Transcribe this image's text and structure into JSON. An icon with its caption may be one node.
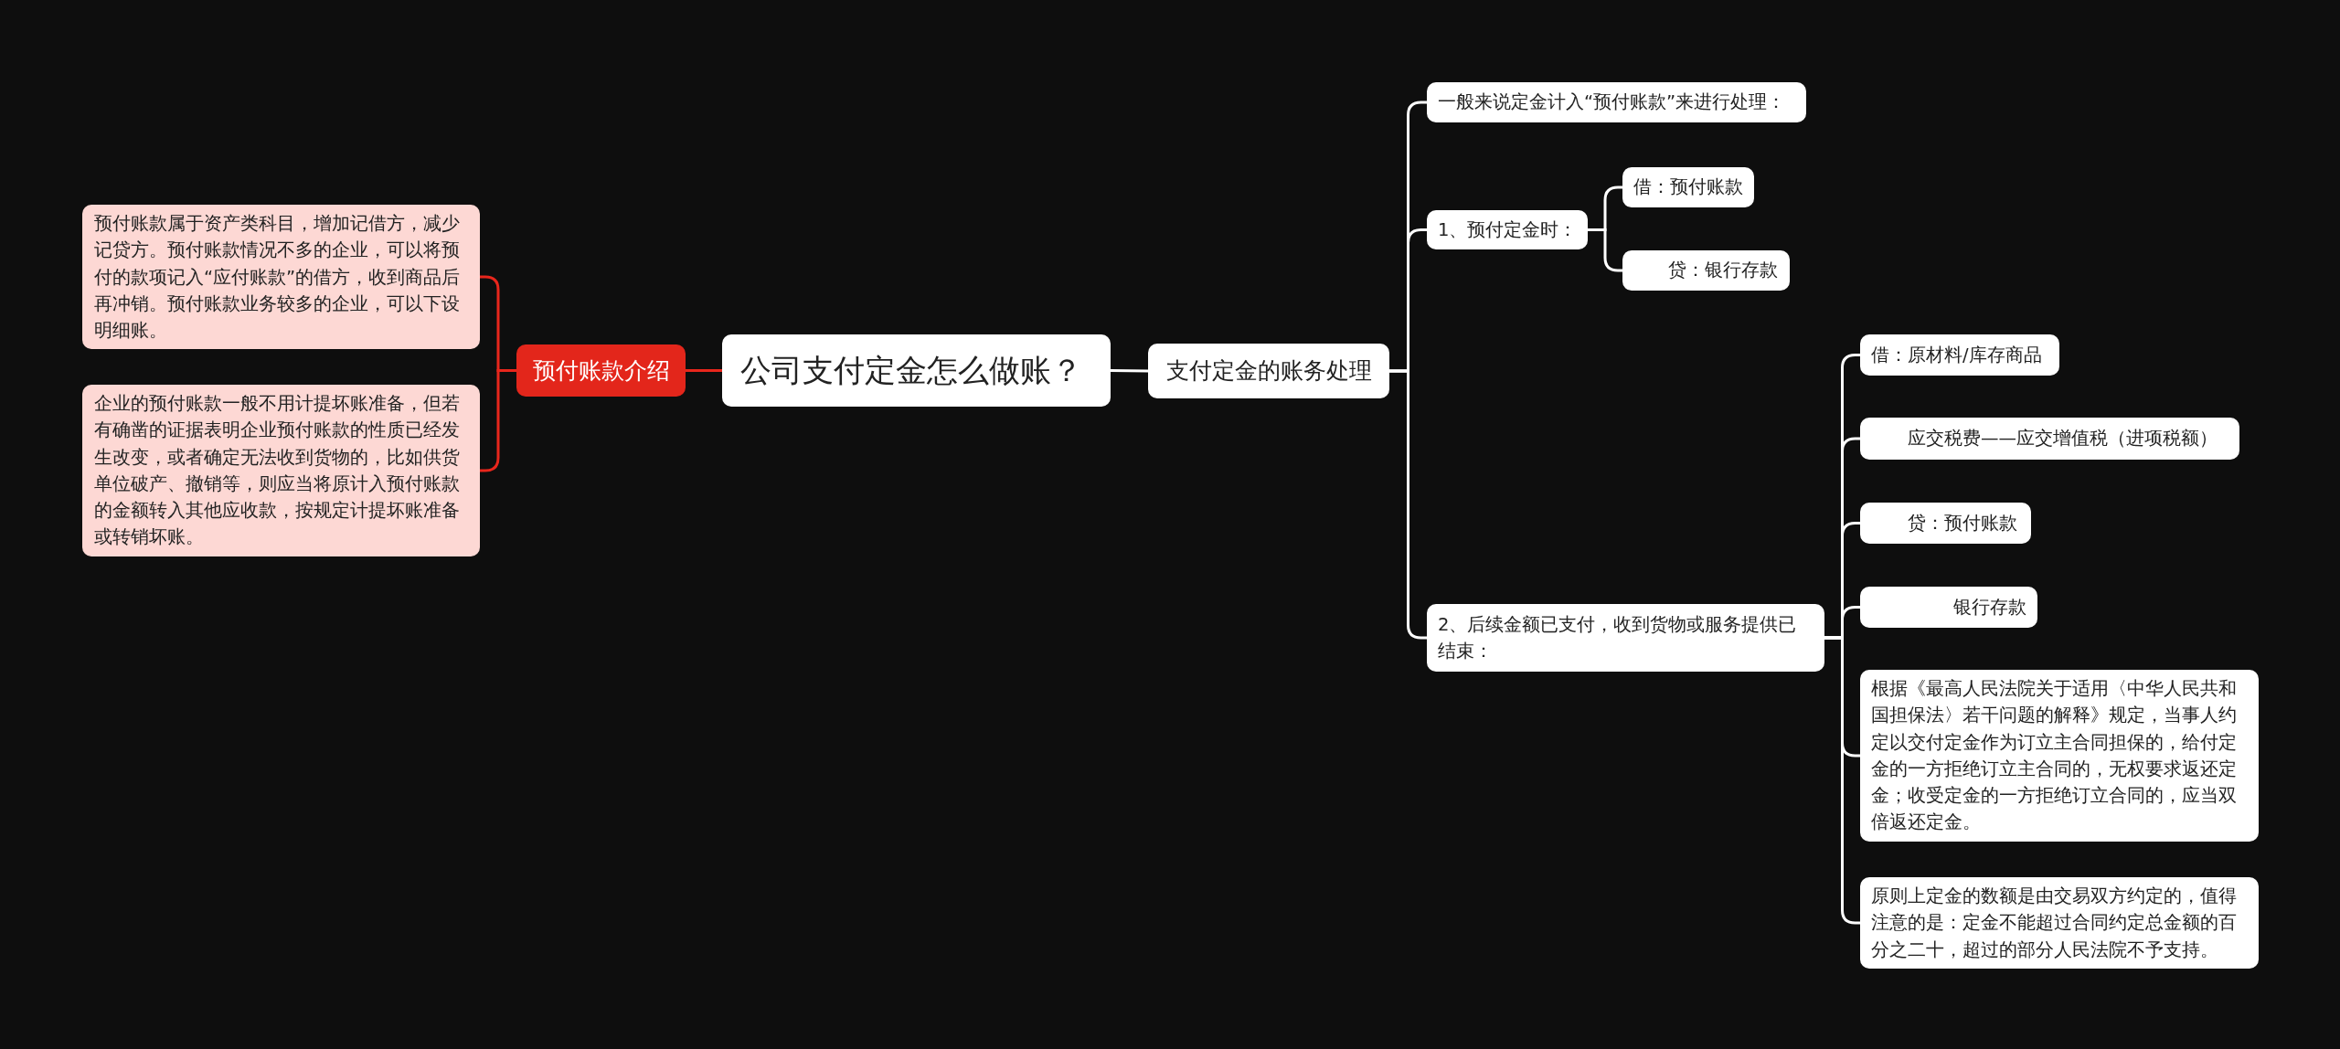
{
  "diagram": {
    "nodes": [
      {
        "text": [
          "公司支付定金怎么做账？"
        ]
      },
      {
        "text": [
          "预付账款介绍"
        ]
      },
      {
        "text": [
          "预付账款属于资产类科目，增加记借方，减少记贷方。预付账款情况不多的企业，可以将预付的款项记入“应付账款”的借方，收到商品后再冲销。预付账款业务较多的企业，可以下设明细账。"
        ]
      },
      {
        "text": [
          "企业的预付账款一般不用计提坏账准备，但若有确凿的证据表明企业预付账款的性质已经发生改变，或者确定无法收到货物的，比如供货单位破产、撤销等，则应当将原计入预付账款的金额转入其他应收款，按规定计提坏账准备或转销坏账。"
        ]
      },
      {
        "text": [
          "支付定金的账务处理"
        ]
      },
      {
        "text": [
          "一般来说定金计入“预付账款”来进行处理："
        ]
      },
      {
        "text": [
          "1、预付定金时："
        ]
      },
      {
        "text": [
          "借：预付账款"
        ]
      },
      {
        "text": [
          "贷：银行存款"
        ]
      },
      {
        "text": [
          "2、后续金额已支付，收到货物或服务提供已结束："
        ]
      },
      {
        "text": [
          "借：原材料/库存商品"
        ]
      },
      {
        "text": [
          "应交税费——应交增值税（进项税额）"
        ]
      },
      {
        "text": [
          "贷：预付账款"
        ]
      },
      {
        "text": [
          "银行存款"
        ]
      },
      {
        "text": [
          "根据《最高人民法院关于适用〈中华人民共和国担保法〉若干问题的解释》规定，当事人约定以交付定金作为订立主合同担保的，给付定金的一方拒绝订立主合同的，无权要求返还定金；收受定金的一方拒绝订立合同的，应当双倍返还定金。"
        ]
      },
      {
        "text": [
          "原则上定金的数额是由交易双方约定的，值得注意的是：定金不能超过合同约定总金额的百分之二十，超过的部分人民法院不予支持。"
        ]
      }
    ],
    "edges": [
      {
        "from": 0,
        "to": 1,
        "arrow": "none",
        "color": "#e8261c"
      },
      {
        "from": 1,
        "to": 2,
        "arrow": "none",
        "color": "#e8261c"
      },
      {
        "from": 1,
        "to": 3,
        "arrow": "none",
        "color": "#e8261c"
      },
      {
        "from": 0,
        "to": 4,
        "arrow": "none"
      },
      {
        "from": 4,
        "to": 5,
        "arrow": "none"
      },
      {
        "from": 4,
        "to": 6,
        "arrow": "none"
      },
      {
        "from": 4,
        "to": 9,
        "arrow": "none"
      },
      {
        "from": 6,
        "to": 7,
        "arrow": "none"
      },
      {
        "from": 6,
        "to": 8,
        "arrow": "none"
      },
      {
        "from": 9,
        "to": 10,
        "arrow": "none"
      },
      {
        "from": 9,
        "to": 11,
        "arrow": "none"
      },
      {
        "from": 9,
        "to": 12,
        "arrow": "none"
      },
      {
        "from": 9,
        "to": 13,
        "arrow": "none"
      },
      {
        "from": 9,
        "to": 14,
        "arrow": "none"
      },
      {
        "from": 9,
        "to": 15,
        "arrow": "none"
      }
    ]
  }
}
